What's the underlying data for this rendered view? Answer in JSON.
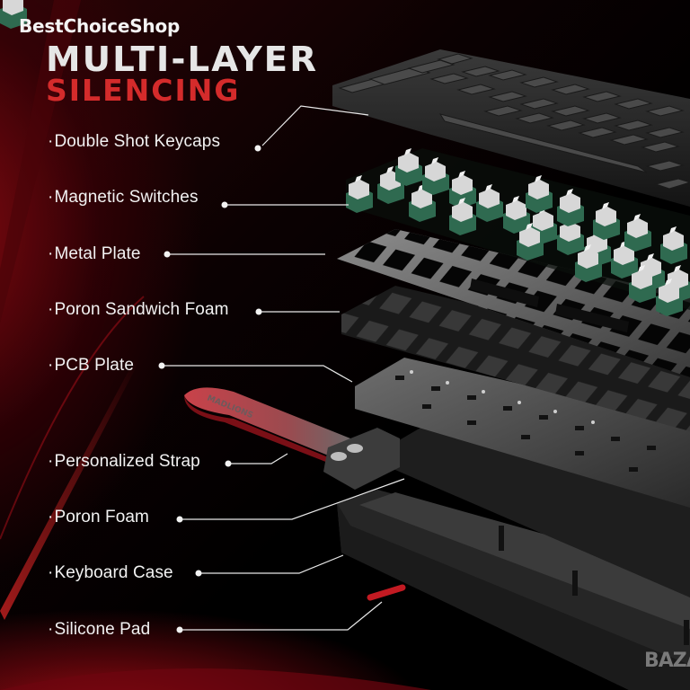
{
  "brand": {
    "name": "BestChoiceShop"
  },
  "headline": {
    "line1": "MULTI-LAYER",
    "line2": "SILENCING"
  },
  "colors": {
    "accent_red": "#d42b2b",
    "text_white": "#f2f2f2",
    "background": "#000000"
  },
  "layers": [
    {
      "label": "Double Shot Keycaps"
    },
    {
      "label": "Magnetic Switches"
    },
    {
      "label": "Metal Plate"
    },
    {
      "label": "Poron Sandwich Foam"
    },
    {
      "label": "PCB Plate"
    },
    {
      "label": "Personalized Strap"
    },
    {
      "label": "Poron Foam"
    },
    {
      "label": "Keyboard Case"
    },
    {
      "label": "Silicone Pad"
    }
  ],
  "strap_logo": "MADLIONS",
  "watermark": "BAZAR",
  "bullet": "·"
}
